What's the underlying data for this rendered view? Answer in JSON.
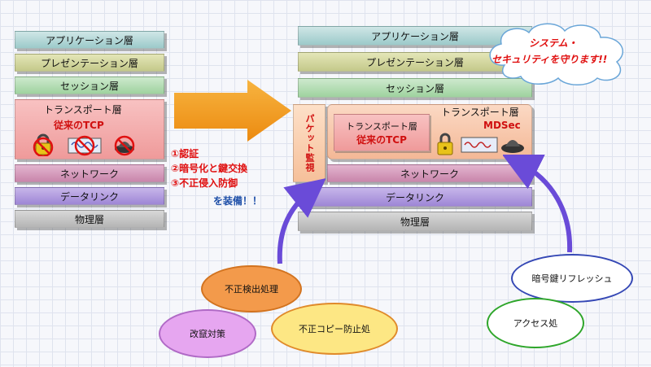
{
  "left_stack": {
    "application": "アプリケーション層",
    "presentation": "プレゼンテーション層",
    "session": "セッション層",
    "transport_title": "トランスポート層",
    "transport_sub": "従来のTCP",
    "network": "ネットワーク",
    "datalink": "データリンク",
    "physical": "物理層"
  },
  "features": {
    "item1": "①認証",
    "item2": "②暗号化と鍵交換",
    "item3": "③不正侵入防御",
    "equip": "を装備！！"
  },
  "right_stack": {
    "application": "アプリケーション層",
    "presentation": "プレゼンテーション層",
    "session": "セッション層",
    "packet_monitor": "パケット監視",
    "transport_title": "トランスポート層",
    "inner_title": "トランスポート層",
    "inner_sub": "従来のTCP",
    "mdsec": "MDSec",
    "network": "ネットワーク",
    "datalink": "データリンク",
    "physical": "物理層"
  },
  "cloud": {
    "line1": "システム・",
    "line2": "セキュリティを守ります!!"
  },
  "bubbles": {
    "intrusion": "不正検出処理",
    "tamper": "改竄対策",
    "copy": "不正コピー防止処",
    "key_refresh": "暗号鍵リフレッシュ",
    "access": "アクセス処"
  },
  "colors": {
    "arrow": "#f39a1c",
    "purple_arrow": "#6a4bd8",
    "red_text": "#e01010",
    "blue_text": "#1e4fa8"
  }
}
